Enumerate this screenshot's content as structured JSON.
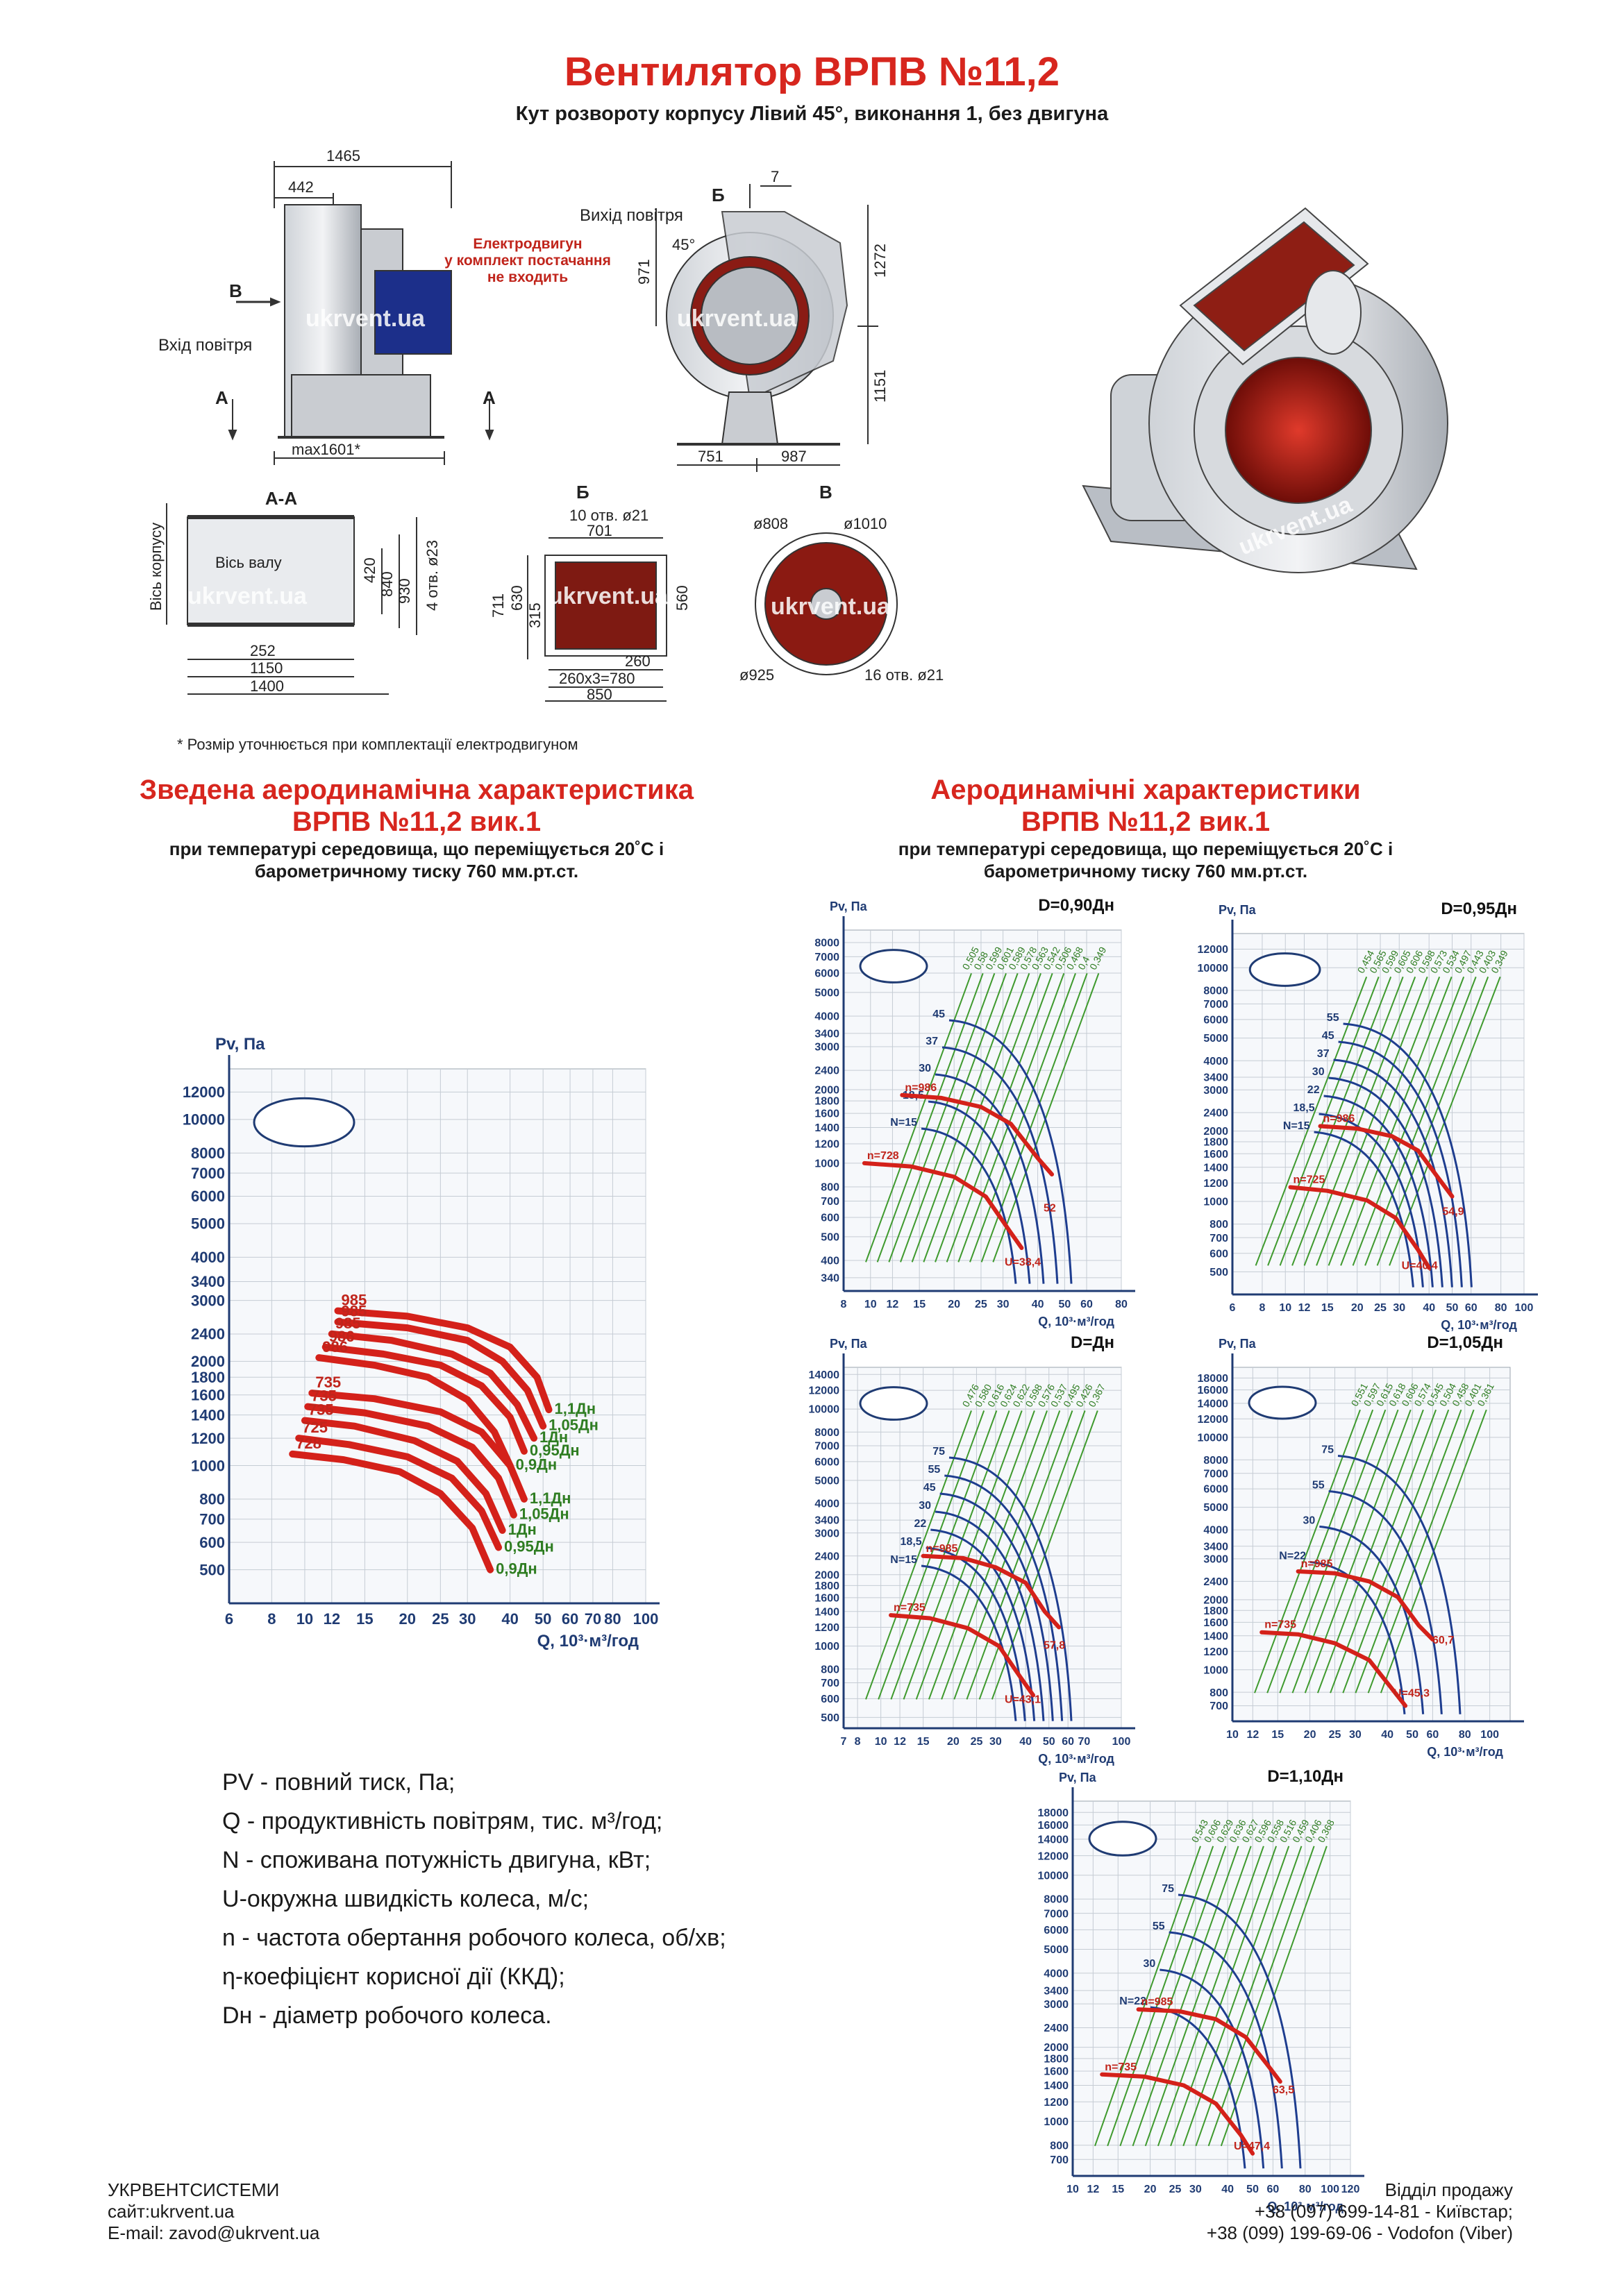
{
  "header": {
    "title": "Вентилятор ВРПВ №11,2",
    "subtitle": "Кут розвороту корпусу Лівий 45°, виконання 1, без двигуна"
  },
  "drawing": {
    "dim_1465": "1465",
    "dim_442": "442",
    "motor_note_1": "Електродвигун",
    "motor_note_2": "у комплект постачання",
    "motor_note_3": "не входить",
    "inlet_label": "Вхід повітря",
    "view_b": "В",
    "view_a": "А",
    "dim_max1601": "max1601*",
    "outlet_label": "Вихід повітря",
    "view_bb": "Б",
    "dim_7": "7",
    "angle_45": "45°",
    "dim_971": "971",
    "dim_1272": "1272",
    "dim_1151": "1151",
    "dim_751": "751",
    "dim_987": "987",
    "section_aa": "А-А",
    "axis_body": "Вісь корпусу",
    "axis_shaft": "Вісь валу",
    "dim_420": "420",
    "dim_840": "840",
    "dim_930": "930",
    "holes_4": "4 отв. ø23",
    "dim_252": "252",
    "dim_1150": "1150",
    "dim_1400": "1400",
    "holes_10": "10 отв. ø21",
    "dim_701": "701",
    "dim_711": "711",
    "dim_630": "630",
    "dim_315": "315",
    "dim_560": "560",
    "dim_260": "260",
    "dim_260x3": "260x3=780",
    "dim_850": "850",
    "d808": "ø808",
    "d1010": "ø1010",
    "d925": "ø925",
    "holes_16": "16 отв. ø21",
    "watermark": "ukrvent.ua",
    "footnote": "* Розмір уточнюється при комплектації електродвигуном"
  },
  "summary": {
    "title_1": "Зведена аеродинамічна характеристика",
    "title_2": "ВРПВ №11,2 вик.1",
    "sub_1": "при температурі середовища, що переміщується 20˚С і",
    "sub_2": "барометричному тиску 760 мм.рт.ст."
  },
  "aero": {
    "title_1": "Аеродинамічні характеристики",
    "title_2": "ВРПВ №11,2 вик.1",
    "sub_1": "при температурі середовища, що переміщується 20˚С і",
    "sub_2": "барометричному тиску 760 мм.рт.ст."
  },
  "legend": {
    "pv_key": "PV",
    "pv": " - повний тиск, Па;",
    "q_key": "Q",
    "q": " - продуктивність повітрям, тис. м³/год;",
    "n_key": "N",
    "n": " - споживана потужність двигуна, кВт;",
    "u_key": "U",
    "u": "-окружна швидкість колеса, м/с;",
    "nn_key": "n",
    "nn": " - частота обертання робочого колеса, об/хв;",
    "eta_key": "η",
    "eta": "-коефіцієнт корисної дії (ККД);",
    "dh_key": "Dн",
    "dh": " - діаметр робочого колеса."
  },
  "footer": {
    "company": "УКРВЕНТСИСТЕМИ",
    "site": "сайт:ukrvent.ua",
    "email": "E-mail: zavod@ukrvent.ua",
    "sales": "Відділ продажу",
    "phone1": "+38 (097) 699-14-81 - Київстар;",
    "phone2": "+38 (099) 199-69-06 - Vodofon (Viber)"
  },
  "chart_data": [
    {
      "type": "line",
      "id": "summary",
      "ylabel": "Pv, Па",
      "xlabel": "Q, 10³·м³/год",
      "x_ticks": [
        6,
        8,
        10,
        12,
        15,
        20,
        25,
        30,
        40,
        50,
        60,
        70,
        80,
        100
      ],
      "y_ticks": [
        500,
        600,
        700,
        800,
        1000,
        1200,
        1400,
        1600,
        1800,
        2000,
        2400,
        3000,
        3400,
        4000,
        5000,
        6000,
        7000,
        8000,
        10000,
        12000
      ],
      "xlim": [
        6,
        100
      ],
      "ylim": [
        400,
        14000
      ],
      "log_scale": true,
      "series": [
        {
          "name": "1,1Дн",
          "rpm": "985",
          "x": [
            12.5,
            20,
            30,
            40,
            48,
            52
          ],
          "y": [
            2800,
            2700,
            2500,
            2200,
            1800,
            1450
          ]
        },
        {
          "name": "1,05Дн",
          "rpm": "985",
          "x": [
            12.5,
            20,
            30,
            38,
            45,
            50
          ],
          "y": [
            2600,
            2500,
            2300,
            2000,
            1650,
            1300
          ]
        },
        {
          "name": "1Дн",
          "rpm": "985",
          "x": [
            12,
            18,
            27,
            35,
            42,
            47
          ],
          "y": [
            2400,
            2300,
            2100,
            1850,
            1500,
            1200
          ]
        },
        {
          "name": "0,95Дн",
          "rpm": "986",
          "x": [
            11.5,
            17,
            25,
            33,
            40,
            44
          ],
          "y": [
            2200,
            2100,
            1950,
            1700,
            1380,
            1100
          ]
        },
        {
          "name": "0,9Дн",
          "rpm": "986",
          "x": [
            11,
            16,
            23,
            30,
            36,
            40
          ],
          "y": [
            2050,
            1950,
            1800,
            1550,
            1250,
            1000
          ]
        },
        {
          "name": "1,1Дн",
          "rpm": "735",
          "x": [
            10.5,
            16,
            25,
            33,
            40,
            44
          ],
          "y": [
            1620,
            1560,
            1430,
            1250,
            1000,
            800
          ]
        },
        {
          "name": "1,05Дн",
          "rpm": "735",
          "x": [
            10.2,
            15,
            23,
            31,
            37,
            41
          ],
          "y": [
            1480,
            1420,
            1300,
            1130,
            920,
            720
          ]
        },
        {
          "name": "1Дн",
          "rpm": "735",
          "x": [
            10,
            14,
            21,
            28,
            34,
            38
          ],
          "y": [
            1350,
            1300,
            1180,
            1030,
            830,
            650
          ]
        },
        {
          "name": "0,95Дн",
          "rpm": "725",
          "x": [
            9.6,
            13.5,
            20,
            27,
            33,
            37
          ],
          "y": [
            1200,
            1150,
            1060,
            920,
            740,
            580
          ]
        },
        {
          "name": "0,9Дн",
          "rpm": "728",
          "x": [
            9.2,
            13,
            19,
            25,
            31,
            35
          ],
          "y": [
            1080,
            1040,
            960,
            830,
            660,
            500
          ]
        }
      ]
    },
    {
      "type": "line",
      "id": "d090",
      "title": "D=0,90Дн",
      "ylabel": "Pv, Па",
      "xlabel": "Q, 10³·м³/год",
      "x_ticks": [
        8,
        10,
        12,
        15,
        20,
        25,
        30,
        40,
        50,
        60,
        80
      ],
      "y_ticks": [
        340,
        400,
        500,
        600,
        700,
        800,
        1000,
        1200,
        1400,
        1600,
        1800,
        2000,
        2400,
        3000,
        3400,
        4000,
        5000,
        6000,
        7000,
        8000
      ],
      "xlim": [
        8,
        80
      ],
      "ylim": [
        300,
        9000
      ],
      "log_scale": true,
      "series": [
        {
          "name": "n=986",
          "x": [
            13,
            18,
            25,
            32,
            40,
            45
          ],
          "y": [
            1900,
            1850,
            1700,
            1450,
            1050,
            900
          ]
        },
        {
          "name": "n=728",
          "x": [
            9.5,
            14,
            20,
            26,
            32,
            35
          ],
          "y": [
            1000,
            970,
            880,
            730,
            520,
            450
          ]
        }
      ],
      "power_labels": [
        "N=15",
        "18,5",
        "30",
        "37",
        "45"
      ],
      "efficiency_labels": [
        "0,505",
        "0,58",
        "0,599",
        "0,601",
        "0,589",
        "0,578",
        "0,563",
        "0,542",
        "0,506",
        "0,468",
        "0,4",
        "0,349"
      ],
      "marks": [
        "52",
        "U=38,4"
      ]
    },
    {
      "type": "line",
      "id": "d095",
      "title": "D=0,95Дн",
      "ylabel": "Pv, Па",
      "xlabel": "Q, 10³·м³/год",
      "x_ticks": [
        6,
        8,
        10,
        12,
        15,
        20,
        25,
        30,
        40,
        50,
        60,
        80,
        100
      ],
      "y_ticks": [
        500,
        600,
        700,
        800,
        1000,
        1200,
        1400,
        1600,
        1800,
        2000,
        2400,
        3000,
        3400,
        4000,
        5000,
        6000,
        7000,
        8000,
        10000,
        12000
      ],
      "xlim": [
        6,
        100
      ],
      "ylim": [
        400,
        14000
      ],
      "log_scale": true,
      "series": [
        {
          "name": "n=986",
          "x": [
            14,
            20,
            28,
            36,
            44,
            50
          ],
          "y": [
            2100,
            2050,
            1900,
            1650,
            1250,
            1050
          ]
        },
        {
          "name": "n=725",
          "x": [
            10.5,
            15,
            22,
            29,
            36,
            40
          ],
          "y": [
            1150,
            1110,
            1010,
            850,
            620,
            520
          ]
        }
      ],
      "power_labels": [
        "N=15",
        "18,5",
        "22",
        "30",
        "37",
        "45",
        "55"
      ],
      "efficiency_labels": [
        "0,454",
        "0,565",
        "0,599",
        "0,605",
        "0,606",
        "0,598",
        "0,573",
        "0,534",
        "0,497",
        "0,443",
        "0,403",
        "0,349"
      ],
      "marks": [
        "54,9",
        "U=40,4"
      ]
    },
    {
      "type": "line",
      "id": "d100",
      "title": "D=Дн",
      "ylabel": "Pv, Па",
      "xlabel": "Q, 10³·м³/год",
      "x_ticks": [
        7,
        8,
        10,
        12,
        15,
        20,
        25,
        30,
        40,
        50,
        60,
        70,
        100
      ],
      "y_ticks": [
        500,
        600,
        700,
        800,
        1000,
        1200,
        1400,
        1600,
        1800,
        2000,
        2400,
        3000,
        3400,
        4000,
        5000,
        6000,
        7000,
        8000,
        10000,
        12000,
        14000
      ],
      "xlim": [
        7,
        100
      ],
      "ylim": [
        450,
        15000
      ],
      "log_scale": true,
      "series": [
        {
          "name": "n=985",
          "x": [
            15,
            22,
            30,
            40,
            48,
            55
          ],
          "y": [
            2400,
            2350,
            2150,
            1850,
            1400,
            1200
          ]
        },
        {
          "name": "n=735",
          "x": [
            11,
            16,
            23,
            31,
            38,
            43
          ],
          "y": [
            1350,
            1310,
            1190,
            1000,
            740,
            620
          ]
        }
      ],
      "power_labels": [
        "N=15",
        "18,5",
        "22",
        "30",
        "45",
        "55",
        "75"
      ],
      "efficiency_labels": [
        "0,476",
        "0,580",
        "0,616",
        "0,624",
        "0,622",
        "0,598",
        "0,576",
        "0,537",
        "0,495",
        "0,426",
        "0,367"
      ],
      "marks": [
        "57,8",
        "U=43,1"
      ]
    },
    {
      "type": "line",
      "id": "d105",
      "title": "D=1,05Дн",
      "ylabel": "Pv, Па",
      "xlabel": "Q, 10³·м³/год",
      "x_ticks": [
        10,
        12,
        15,
        20,
        25,
        30,
        40,
        50,
        60,
        80,
        100
      ],
      "y_ticks": [
        700,
        800,
        1000,
        1200,
        1400,
        1600,
        1800,
        2000,
        2400,
        3000,
        3400,
        4000,
        5000,
        6000,
        7000,
        8000,
        10000,
        12000,
        14000,
        16000,
        18000
      ],
      "xlim": [
        10,
        120
      ],
      "ylim": [
        600,
        20000
      ],
      "log_scale": true,
      "series": [
        {
          "name": "n=985",
          "x": [
            18,
            25,
            34,
            44,
            53,
            60
          ],
          "y": [
            2650,
            2600,
            2400,
            2050,
            1550,
            1350
          ]
        },
        {
          "name": "n=735",
          "x": [
            13,
            18,
            25,
            34,
            42,
            47
          ],
          "y": [
            1450,
            1420,
            1300,
            1100,
            820,
            700
          ]
        }
      ],
      "power_labels": [
        "N=22",
        "30",
        "55",
        "75"
      ],
      "efficiency_labels": [
        "0,551",
        "0,597",
        "0,615",
        "0,618",
        "0,606",
        "0,574",
        "0,545",
        "0,504",
        "0,458",
        "0,401",
        "0,361"
      ],
      "marks": [
        "60,7",
        "U=45,3"
      ]
    },
    {
      "type": "line",
      "id": "d110",
      "title": "D=1,10Дн",
      "ylabel": "Pv, Па",
      "xlabel": "Q, 10³·м³/год",
      "x_ticks": [
        10,
        12,
        15,
        20,
        25,
        30,
        40,
        50,
        60,
        80,
        100,
        120
      ],
      "y_ticks": [
        700,
        800,
        1000,
        1200,
        1400,
        1600,
        1800,
        2000,
        2400,
        3000,
        3400,
        4000,
        5000,
        6000,
        7000,
        8000,
        10000,
        12000,
        14000,
        16000,
        18000
      ],
      "xlim": [
        10,
        120
      ],
      "ylim": [
        600,
        20000
      ],
      "log_scale": true,
      "series": [
        {
          "name": "n=985",
          "x": [
            18,
            26,
            36,
            47,
            57,
            64
          ],
          "y": [
            2850,
            2800,
            2600,
            2200,
            1700,
            1450
          ]
        },
        {
          "name": "n=735",
          "x": [
            13,
            19,
            27,
            36,
            45,
            50
          ],
          "y": [
            1550,
            1520,
            1400,
            1180,
            880,
            740
          ]
        }
      ],
      "power_labels": [
        "N=22",
        "30",
        "55",
        "75"
      ],
      "efficiency_labels": [
        "0,543",
        "0,606",
        "0,629",
        "0,636",
        "0,627",
        "0,596",
        "0,558",
        "0,516",
        "0,459",
        "0,406",
        "0,368"
      ],
      "marks": [
        "63,5",
        "U=47,4"
      ]
    }
  ]
}
